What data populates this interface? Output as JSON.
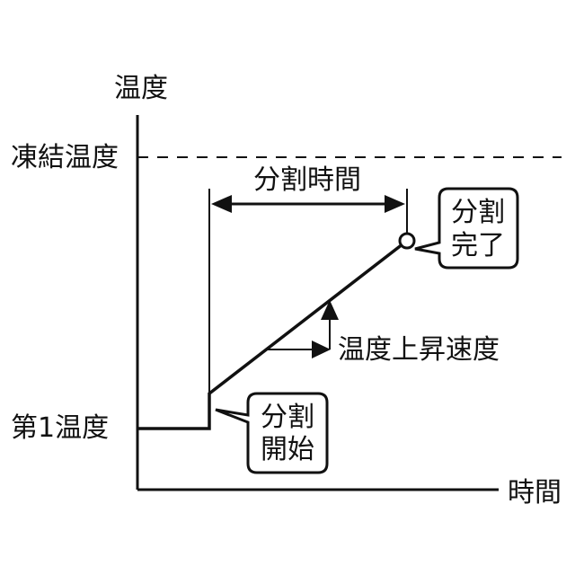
{
  "axes": {
    "y_label": "温度",
    "x_label": "時間"
  },
  "levels": {
    "freezing_label": "凍結温度",
    "first_temp_label": "第1温度"
  },
  "annotations": {
    "split_time_label": "分割時間",
    "rise_rate_label": "温度上昇速度"
  },
  "callouts": {
    "split_start": [
      "分割",
      "開始"
    ],
    "split_end": [
      "分割",
      "完了"
    ]
  },
  "colors": {
    "ink": "#111111",
    "background": "#ffffff"
  }
}
